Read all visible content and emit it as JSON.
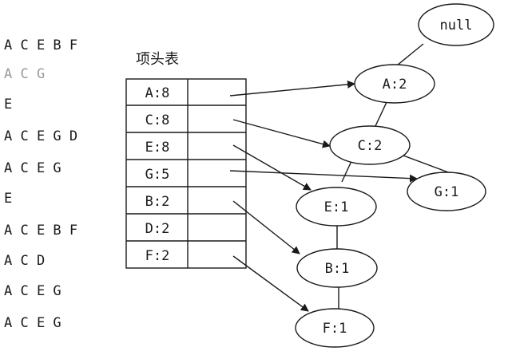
{
  "transactions": [
    {
      "text": "A C E B F",
      "faded": false
    },
    {
      "text": "A C G",
      "faded": true
    },
    {
      "text": "E",
      "faded": false
    },
    {
      "text": "A C E G D",
      "faded": false
    },
    {
      "text": "A C E G",
      "faded": false
    },
    {
      "text": "E",
      "faded": false
    },
    {
      "text": "A C E B F",
      "faded": false
    },
    {
      "text": "A C D",
      "faded": false
    },
    {
      "text": "A C E G",
      "faded": false
    },
    {
      "text": "A C E G",
      "faded": false
    }
  ],
  "header_table": {
    "title": "项头表",
    "rows": [
      "A:8",
      "C:8",
      "E:8",
      "G:5",
      "B:2",
      "D:2",
      "F:2"
    ]
  },
  "tree": {
    "nodes": {
      "null": "null",
      "A": "A:2",
      "C": "C:2",
      "E": "E:1",
      "G": "G:1",
      "B": "B:1",
      "F": "F:1"
    }
  },
  "colors": {
    "ink": "#1a1a1a",
    "faded": "#9a9a9a"
  }
}
